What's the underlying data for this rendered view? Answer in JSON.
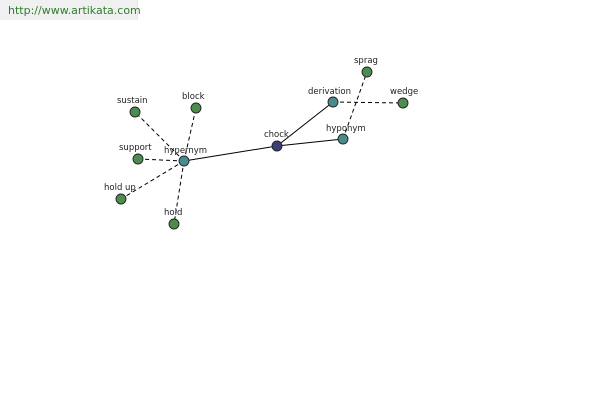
{
  "header": {
    "url_text": "http://www.artikata.com"
  },
  "colors": {
    "banner_text": "#2e7d2e",
    "leaf_node": "#4e8b4e",
    "relation_node": "#4a8c8c",
    "center_node": "#3a3f7a",
    "edge": "#000000"
  },
  "graph": {
    "nodes": [
      {
        "id": "chock",
        "label": "chock",
        "kind": "center"
      },
      {
        "id": "hypernym",
        "label": "hypernym",
        "kind": "relation"
      },
      {
        "id": "derivation",
        "label": "derivation",
        "kind": "relation"
      },
      {
        "id": "hyponym",
        "label": "hyponym",
        "kind": "relation"
      },
      {
        "id": "sustain",
        "label": "sustain",
        "kind": "leaf"
      },
      {
        "id": "block",
        "label": "block",
        "kind": "leaf"
      },
      {
        "id": "support",
        "label": "support",
        "kind": "leaf"
      },
      {
        "id": "hold-up",
        "label": "hold up",
        "kind": "leaf"
      },
      {
        "id": "hold",
        "label": "hold",
        "kind": "leaf"
      },
      {
        "id": "sprag",
        "label": "sprag",
        "kind": "leaf"
      },
      {
        "id": "wedge",
        "label": "wedge",
        "kind": "leaf"
      }
    ],
    "edges": [
      {
        "from": "chock",
        "to": "hypernym",
        "style": "solid"
      },
      {
        "from": "chock",
        "to": "derivation",
        "style": "solid"
      },
      {
        "from": "chock",
        "to": "hyponym",
        "style": "solid"
      },
      {
        "from": "hypernym",
        "to": "sustain",
        "style": "dashed"
      },
      {
        "from": "hypernym",
        "to": "block",
        "style": "dashed"
      },
      {
        "from": "hypernym",
        "to": "support",
        "style": "dashed"
      },
      {
        "from": "hypernym",
        "to": "hold-up",
        "style": "dashed"
      },
      {
        "from": "hypernym",
        "to": "hold",
        "style": "dashed"
      },
      {
        "from": "derivation",
        "to": "wedge",
        "style": "dashed"
      },
      {
        "from": "hyponym",
        "to": "sprag",
        "style": "dashed"
      }
    ]
  }
}
